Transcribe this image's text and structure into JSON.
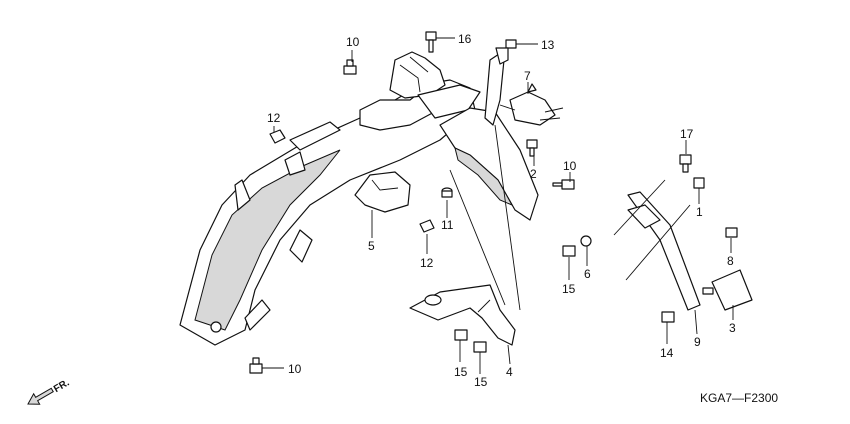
{
  "diagram": {
    "code": "KGA7—F2300",
    "front_label": "FR.",
    "labels": {
      "l1": "1",
      "l2": "2",
      "l3": "3",
      "l4": "4",
      "l5": "5",
      "l6": "6",
      "l7": "7",
      "l8": "8",
      "l9": "9",
      "l10a": "10",
      "l10b": "10",
      "l10c": "10",
      "l11": "11",
      "l12a": "12",
      "l12b": "12",
      "l13": "13",
      "l14": "14",
      "l15a": "15",
      "l15b": "15",
      "l15c": "15",
      "l16": "16",
      "l17": "17"
    }
  }
}
